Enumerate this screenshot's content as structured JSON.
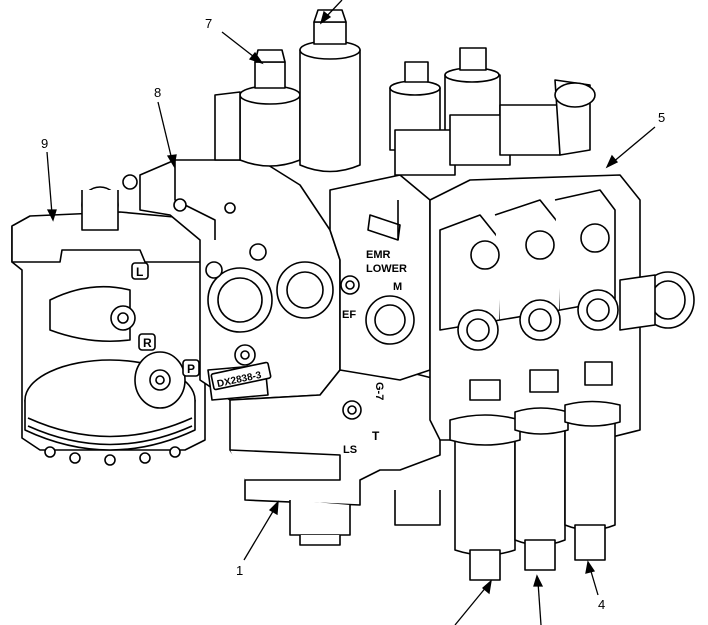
{
  "callouts": [
    {
      "id": "1",
      "label": "1"
    },
    {
      "id": "4",
      "label": "4"
    },
    {
      "id": "5",
      "label": "5"
    },
    {
      "id": "7",
      "label": "7"
    },
    {
      "id": "8",
      "label": "8"
    },
    {
      "id": "9",
      "label": "9"
    }
  ],
  "port_labels": {
    "L": "L",
    "R": "R",
    "P": "P",
    "EF": "EF",
    "LS": "LS",
    "T": "T",
    "M": "M",
    "emr": "EMR",
    "lower": "LOWER",
    "cast_mark": "G-7",
    "part_number": "DX2838-3"
  }
}
